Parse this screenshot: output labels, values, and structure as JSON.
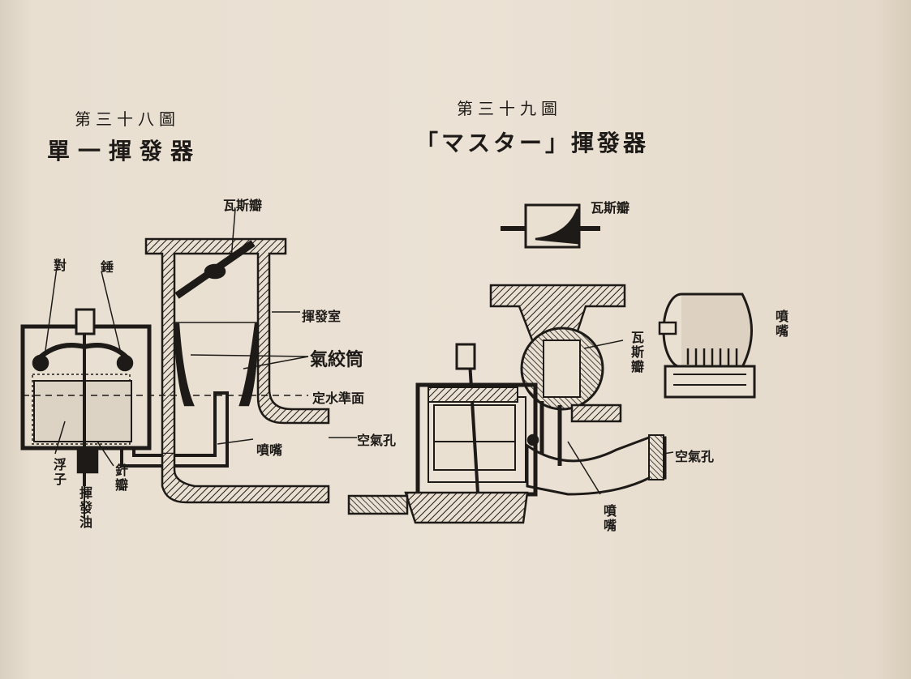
{
  "page": {
    "paper_color": "#e6dccd",
    "ink_color": "#1d1a17"
  },
  "figure_38": {
    "number": "第三十八圖",
    "title": "單一揮發器",
    "labels": {
      "gas_valve": "瓦斯瓣",
      "counterweight_left": "對",
      "counterweight_right": "錘",
      "vaporizing_chamber": "揮發室",
      "air_tube": "氣絞筒",
      "water_level": "定水準面",
      "air_hole": "空氣孔",
      "jet": "噴嘴",
      "float": "浮子",
      "needle_valve": "針瓣",
      "fuel_oil": "揮發油"
    }
  },
  "figure_39": {
    "number": "第三十九圖",
    "title": "「マスター」揮發器",
    "labels": {
      "gas_valve_top": "瓦斯瓣",
      "gas_valve_side": "瓦斯瓣",
      "jet_side": "噴嘴",
      "air_hole": "空氣孔",
      "jet_bottom": "噴嘴"
    }
  }
}
